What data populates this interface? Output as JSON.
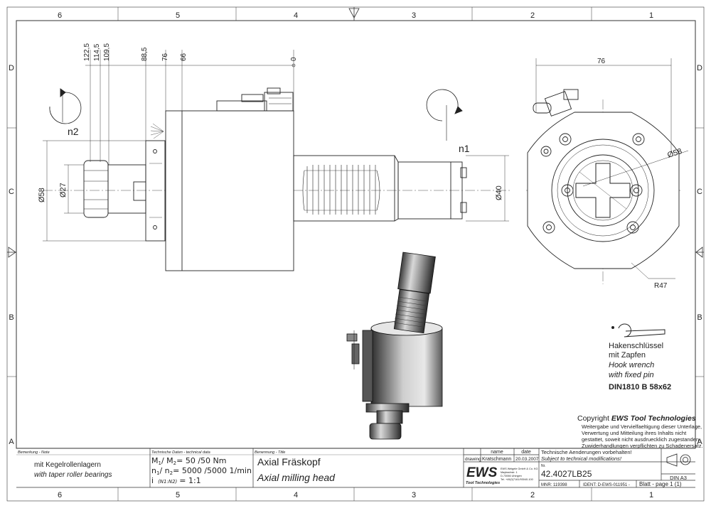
{
  "frame": {
    "cols_top": [
      "6",
      "5",
      "4",
      "3",
      "2",
      "1"
    ],
    "cols_bottom": [
      "6",
      "5",
      "4",
      "3",
      "2",
      "1"
    ],
    "rows_left": [
      "D",
      "C",
      "B",
      "A"
    ],
    "rows_right": [
      "D",
      "C",
      "B",
      "A"
    ]
  },
  "dims_side": {
    "d122": "122,5",
    "d114": "114,5",
    "d109": "109,5",
    "d88": "88,5",
    "d76": "76",
    "d66": "66",
    "d0": "0",
    "dia58": "Ø58",
    "dia27": "Ø27",
    "dia40": "Ø40",
    "n2": "n2",
    "n1": "n1"
  },
  "dims_front": {
    "w76": "76",
    "dia58": "Ø58",
    "r47": "R47"
  },
  "wrench": {
    "de1": "Hakenschlüssel",
    "de2": "mit Zapfen",
    "en1": "Hook wrench",
    "en2": "with fixed pin",
    "norm": "DIN1810 B 58x62"
  },
  "copyright": {
    "prefix": "Copyright ",
    "brand": "EWS Tool Technologies",
    "l1": "Weitergabe und Vervielfaeltigung dieser Unterlage,",
    "l2": "Verwertung und Mitteilung ihres Inhalts nicht",
    "l3": "gestattet, soweit nicht ausdruecklich zugestanden.",
    "l4": "Zuwiderhandlungen verpflichten zu Schadenersatz."
  },
  "titleblock": {
    "remark_hdr": "Bemerkung - Note",
    "remark_de": "mit Kegelrollenlagern",
    "remark_en": "with taper roller bearings",
    "tech_hdr": "Technische Daten - technical data",
    "tech_l1a": "M",
    "tech_l1b": "/ M",
    "tech_l1c": "= 50  /50  Nm",
    "tech_l2a": "n",
    "tech_l2b": "/ n",
    "tech_l2c": "= 5000 /5000  1/min",
    "tech_l3a": "i",
    "tech_l3b": "(N1:N2)",
    "tech_l3c": "= 1:1",
    "title_hdr": "Benennung - Title",
    "title_de": "Axial Fräskopf",
    "title_en": "Axial milling head",
    "col_name": "name",
    "col_date": "date",
    "row_drawing": "drawing",
    "drawn_by": "Kratschmann",
    "drawn_date": "20.03.2007",
    "ews_logo": "EWS",
    "ews_sub": "Tool Technologies",
    "ews_addr1": "EWS Weigele GmbH & Co. KG",
    "ews_addr2": "Maybachstr. 1",
    "ews_addr3": "D-73066 Uhingen",
    "ews_addr4": "Tel. +49(0)7161/93040-100",
    "change_de": "Technische Aenderungen vorbehalten!",
    "change_en": "Subject to technical modifications!",
    "nr_label": "Nr.",
    "part_no": "42.4027LB25",
    "format": "DIN A3",
    "mnr": "MNR: 119398",
    "ident": "IDENT: D-EWS-011951 -",
    "sheet": "Blatt - page  1 (1)"
  }
}
